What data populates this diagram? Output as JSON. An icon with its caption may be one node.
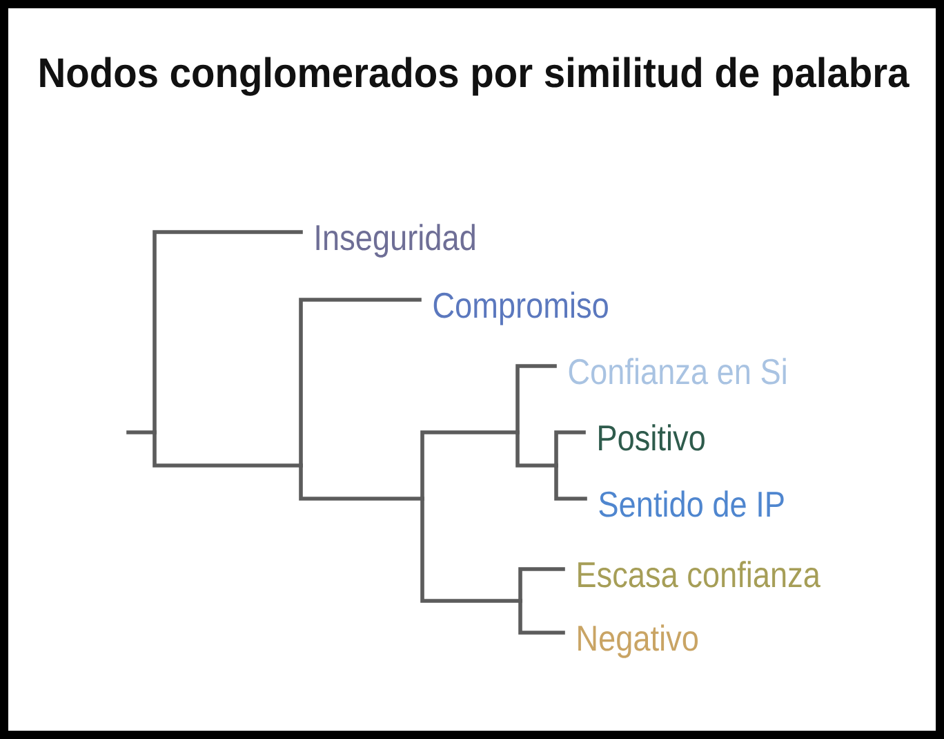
{
  "diagram": {
    "title": "Nodos conglomerados por similitud de palabra",
    "nodes": [
      {
        "text": [
          "Inseguridad"
        ]
      },
      {
        "text": [
          "Compromiso"
        ]
      },
      {
        "text": [
          "Confianza en Si"
        ]
      },
      {
        "text": [
          "Positivo"
        ]
      },
      {
        "text": [
          "Sentido de IP"
        ]
      },
      {
        "text": [
          "Escasa confianza"
        ]
      },
      {
        "text": [
          "Negativo"
        ]
      }
    ],
    "edges": [
      {
        "from": null,
        "to": 0,
        "arrow": "none"
      },
      {
        "from": null,
        "to": 1,
        "arrow": "none"
      },
      {
        "from": null,
        "to": 2,
        "arrow": "none"
      },
      {
        "from": null,
        "to": 3,
        "arrow": "none"
      },
      {
        "from": null,
        "to": 4,
        "arrow": "none"
      },
      {
        "from": null,
        "to": 5,
        "arrow": "none"
      },
      {
        "from": null,
        "to": 6,
        "arrow": "none"
      }
    ]
  }
}
